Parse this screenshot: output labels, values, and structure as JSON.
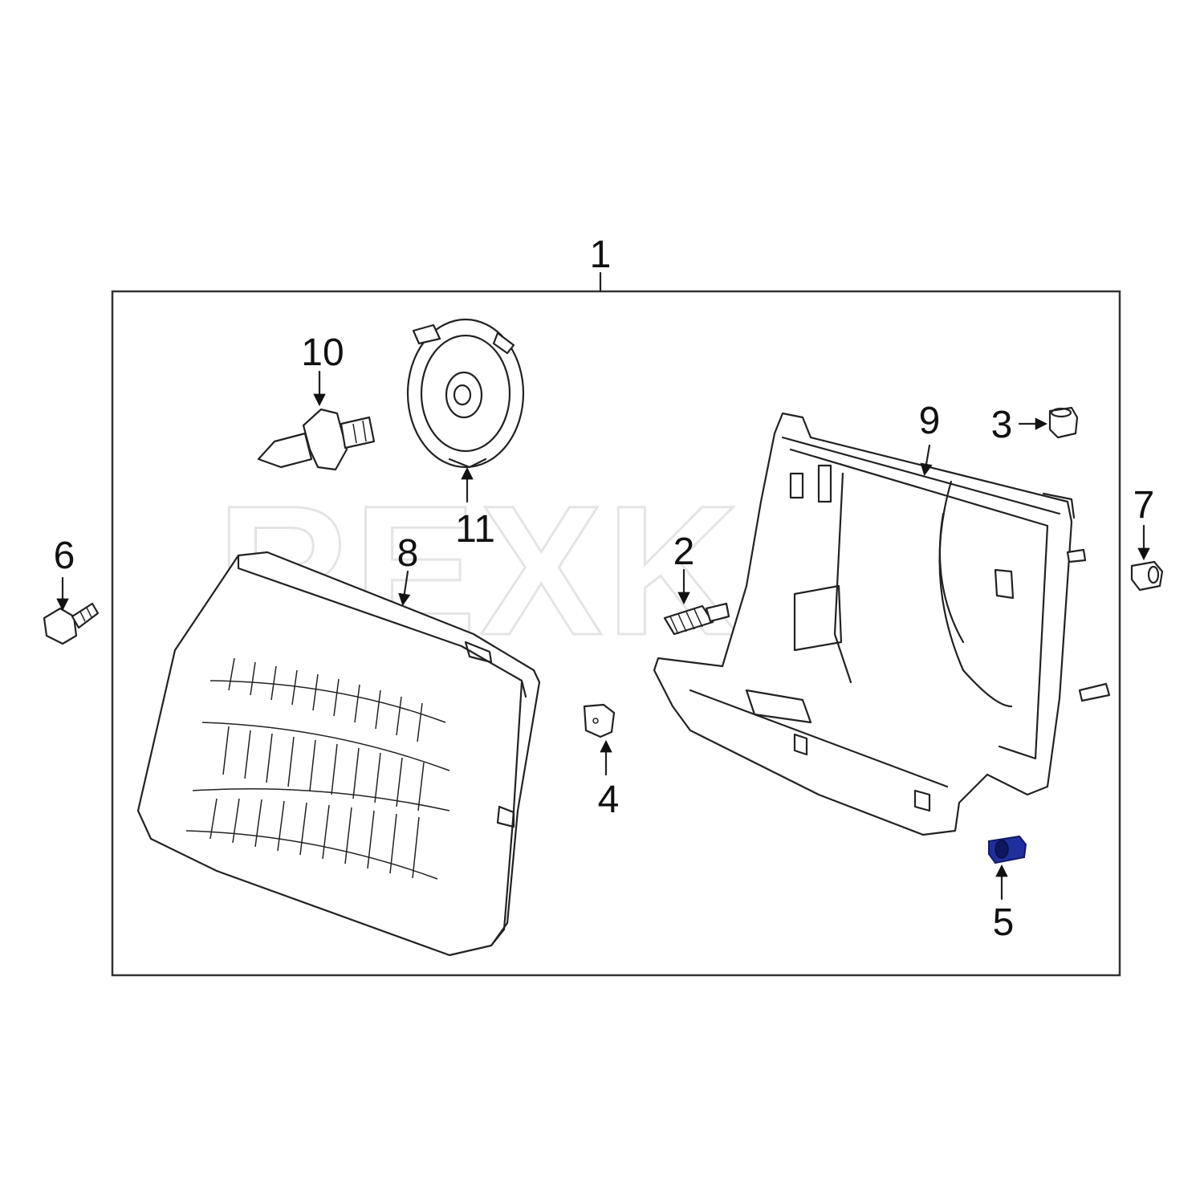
{
  "watermark": {
    "text": "REXKA"
  },
  "callouts": {
    "c1": "1",
    "c2": "2",
    "c3": "3",
    "c4": "4",
    "c5": "5",
    "c6": "6",
    "c7": "7",
    "c8": "8",
    "c9": "9",
    "c10": "10",
    "c11": "11"
  },
  "highlight": {
    "part": "5",
    "color": "#1f2f9e"
  },
  "colors": {
    "line": "#222222",
    "frame": "#333333",
    "background": "#ffffff"
  }
}
